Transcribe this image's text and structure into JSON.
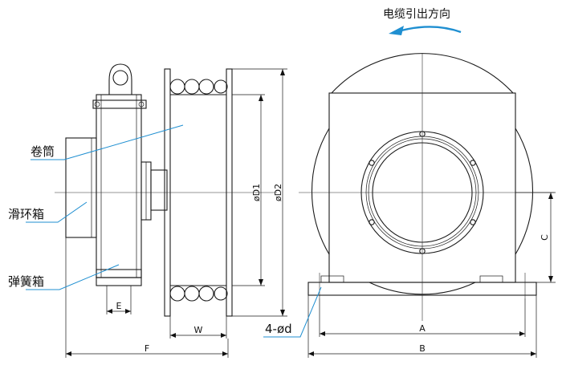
{
  "labels": {
    "title": "电缆引出方向",
    "drum": "卷筒",
    "slip_ring_box": "滑环箱",
    "spring_box": "弹簧箱",
    "holes": "4-ød"
  },
  "dimensions": {
    "D1": "øD1",
    "D2": "øD2",
    "E": "E",
    "W": "W",
    "F": "F",
    "A": "A",
    "B": "B",
    "C": "C"
  },
  "colors": {
    "leader": "#1f8fd1",
    "line": "#1a1a1a"
  }
}
